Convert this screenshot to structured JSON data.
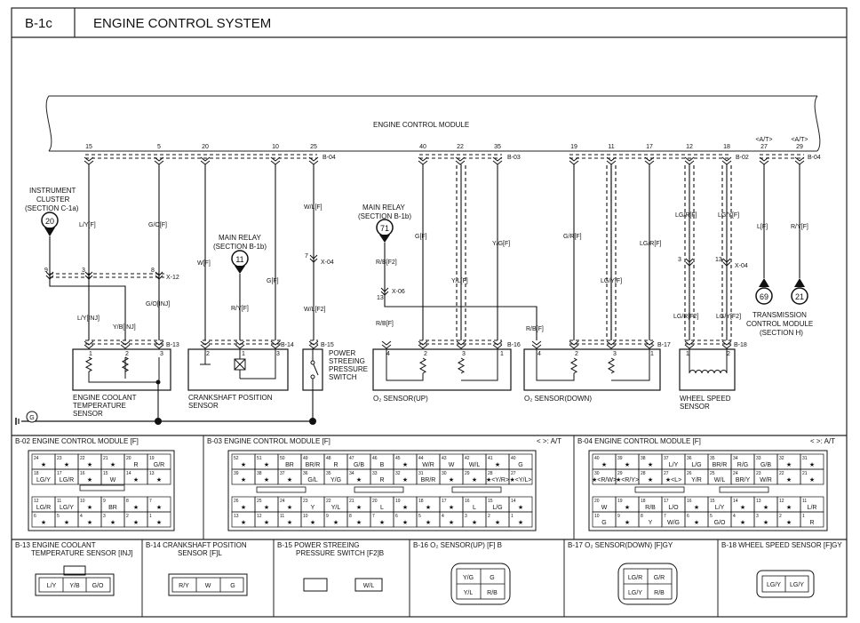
{
  "header": {
    "code": "B-1c",
    "title": "ENGINE CONTROL SYSTEM"
  },
  "module": {
    "label": "ENGINE CONTROL MODULE",
    "pins": [
      "15",
      "5",
      "20",
      "10",
      "25",
      "40",
      "22",
      "35",
      "19",
      "11",
      "17",
      "12",
      "18",
      "27",
      "29"
    ],
    "at_marks": [
      "<A/T>",
      "<A/T>"
    ]
  },
  "connectors_top": [
    "B-04",
    "B-03",
    "B-02",
    "B-04"
  ],
  "refs": {
    "cluster": {
      "lines": [
        "INSTRUMENT",
        "CLUSTER",
        "(SECTION C-1a)"
      ],
      "num": "20"
    },
    "relay11": {
      "lines": [
        "MAIN RELAY",
        "(SECTION B-1b)"
      ],
      "num": "11"
    },
    "relay71": {
      "lines": [
        "MAIN RELAY",
        "(SECTION B-1b)"
      ],
      "num": "71"
    },
    "tcm": {
      "nums": [
        "69",
        "21"
      ],
      "lines": [
        "TRANSMISSION",
        "CONTROL MODULE",
        "(SECTION H)"
      ]
    }
  },
  "wires": {
    "w1": "L/Y[F]",
    "w2": "G/O[F]",
    "w3": "W[F]",
    "w4": "G[F]",
    "w5": "W/L[F]",
    "w6": "G[F]",
    "w7": "Y/G[F]",
    "w8": "Y/L[F]",
    "w9": "G/R[F]",
    "w10": "LG/R[F]",
    "w11": "LG/Y[F]",
    "w12": "LG/R[F]",
    "w13": "LG/Y[F]",
    "w14": "L[F]",
    "w15": "R/Y[F]",
    "w16": "L/Y[INJ]",
    "w17": "Y/B[INJ]",
    "w18": "G/O[INJ]",
    "w19": "R/Y[F]",
    "w20": "W/L[F2]",
    "w21": "R/B[F2]",
    "w22": "R/B[F]",
    "w23": "R/B[F]",
    "w24": "LG/R[F2]",
    "w25": "LG/Y[F2]"
  },
  "splices": [
    "X-12",
    "X-04",
    "X-06",
    "X-04"
  ],
  "splice_pins": [
    "9",
    "3",
    "8",
    "7",
    "13",
    "3",
    "13"
  ],
  "sensor_connectors": [
    "B-13",
    "B-14",
    "B-15",
    "B-16",
    "B-17",
    "B-18"
  ],
  "sensor_pins": {
    "ect": [
      "1",
      "2",
      "3"
    ],
    "ckp": [
      "2",
      "1",
      "3"
    ],
    "o2up": [
      "4",
      "2",
      "3",
      "1"
    ],
    "o2down": [
      "4",
      "2",
      "3",
      "1"
    ],
    "wss": [
      "1",
      "2"
    ]
  },
  "components": {
    "ect": [
      "ENGINE COOLANT",
      "TEMPERATURE",
      "SENSOR"
    ],
    "ckp": [
      "CRANKSHAFT POSITION",
      "SENSOR"
    ],
    "psw": [
      "POWER",
      "STREEING",
      "PRESSURE",
      "SWITCH"
    ],
    "o2up": "O₂ SENSOR(UP)",
    "o2down": "O₂ SENSOR(DOWN)",
    "wss": [
      "WHEEL SPEED",
      "SENSOR"
    ]
  },
  "ground_label": "G",
  "panels": {
    "b02": {
      "title": "B-02 ENGINE CONTROL MODULE [F]",
      "row1_nums": [
        "24",
        "23",
        "22",
        "21",
        "20",
        "19"
      ],
      "row1_vals": [
        "★",
        "★",
        "★",
        "★",
        "R",
        "G/R"
      ],
      "row2_nums": [
        "18",
        "17",
        "16",
        "15",
        "14",
        "13"
      ],
      "row2_vals": [
        "LG/Y",
        "LG/R",
        "★",
        "W",
        "★",
        "★"
      ],
      "row3_nums": [
        "12",
        "11",
        "10",
        "9",
        "8",
        "7"
      ],
      "row3_vals": [
        "LG/R",
        "LG/Y",
        "★",
        "BR",
        "★",
        "★"
      ],
      "row4_nums": [
        "6",
        "5",
        "4",
        "3",
        "2",
        "1"
      ],
      "row4_vals": [
        "★",
        "★",
        "★",
        "★",
        "★",
        "★"
      ]
    },
    "b03": {
      "title": "B-03 ENGINE CONTROL MODULE [F]",
      "note": "< >: A/T",
      "row1_nums": [
        "52",
        "51",
        "50",
        "49",
        "48",
        "47",
        "46",
        "45",
        "44",
        "43",
        "42",
        "41",
        "40"
      ],
      "row1_vals": [
        "★",
        "★",
        "BR",
        "BR/R",
        "R",
        "G/B",
        "B",
        "★",
        "W/R",
        "W",
        "W/L",
        "★",
        "G"
      ],
      "row2_nums": [
        "39",
        "38",
        "37",
        "36",
        "35",
        "34",
        "33",
        "32",
        "31",
        "30",
        "29",
        "28",
        "27"
      ],
      "row2_vals": [
        "★",
        "★",
        "★",
        "G/L",
        "Y/G",
        "★",
        "R",
        "★",
        "BR/R",
        "★",
        "★",
        "★<Y/R>",
        "★<Y/L>"
      ],
      "row3_nums": [
        "26",
        "25",
        "24",
        "23",
        "22",
        "21",
        "20",
        "19",
        "18",
        "17",
        "16",
        "15",
        "14"
      ],
      "row3_vals": [
        "★",
        "★",
        "★",
        "Y",
        "Y/L",
        "★",
        "L",
        "★",
        "★",
        "★",
        "L",
        "L/G",
        "★"
      ],
      "row4_nums": [
        "13",
        "12",
        "11",
        "10",
        "9",
        "8",
        "7",
        "6",
        "5",
        "4",
        "3",
        "2",
        "1"
      ],
      "row4_vals": [
        "★",
        "★",
        "★",
        "★",
        "★",
        "★",
        "★",
        "★",
        "★",
        "★",
        "★",
        "★",
        "★"
      ]
    },
    "b04": {
      "title": "B-04 ENGINE CONTROL MODULE [F]",
      "note": "< >: A/T",
      "row1_nums": [
        "40",
        "39",
        "38",
        "37",
        "36",
        "35",
        "34",
        "33",
        "32",
        "31"
      ],
      "row1_vals": [
        "★",
        "★",
        "★",
        "L/Y",
        "L/G",
        "BR/R",
        "R/G",
        "G/B",
        "★",
        "★"
      ],
      "row2_nums": [
        "30",
        "29",
        "28",
        "27",
        "26",
        "25",
        "24",
        "23",
        "22",
        "21"
      ],
      "row2_vals": [
        "★<R/W>",
        "★<R/Y>",
        "★",
        "★<L>",
        "Y/R",
        "W/L",
        "BR/Y",
        "W/R",
        "★",
        "★"
      ],
      "row3_nums": [
        "20",
        "19",
        "18",
        "17",
        "16",
        "15",
        "14",
        "13",
        "12",
        "11"
      ],
      "row3_vals": [
        "W",
        "★",
        "R/B",
        "L/O",
        "★",
        "L/Y",
        "★",
        "★",
        "★",
        "L/R"
      ],
      "row4_nums": [
        "10",
        "9",
        "8",
        "7",
        "6",
        "5",
        "4",
        "3",
        "2",
        "1"
      ],
      "row4_vals": [
        "G",
        "★",
        "Y",
        "W/G",
        "★",
        "G/O",
        "★",
        "★",
        "★",
        "R"
      ]
    }
  },
  "bottom": {
    "b13": {
      "title": [
        "B-13 ENGINE COOLANT",
        "TEMPERATURE SENSOR [INJ]"
      ],
      "pins": [
        "L/Y",
        "Y/B",
        "G/O"
      ]
    },
    "b14": {
      "title": [
        "B-14 CRANKSHAFT POSITION",
        "SENSOR [F]L"
      ],
      "pins": [
        "R/Y",
        "W",
        "G"
      ]
    },
    "b15": {
      "title": [
        "B-15 POWER STREEING",
        "PRESSURE SWITCH [F2]B"
      ],
      "pins": [
        "W/L"
      ]
    },
    "b16": {
      "title": "B-16 O₂ SENSOR(UP) [F] B",
      "pins": [
        "Y/G",
        "G",
        "Y/L",
        "R/B"
      ]
    },
    "b17": {
      "title": "B-17 O₂ SENSOR(DOWN) [F]GY",
      "pins": [
        "LG/R",
        "G/R",
        "LG/Y",
        "R/B"
      ]
    },
    "b18": {
      "title": "B-18 WHEEL SPEED SENSOR [F]GY",
      "pins": [
        "LG/Y",
        "LG/Y"
      ]
    }
  }
}
